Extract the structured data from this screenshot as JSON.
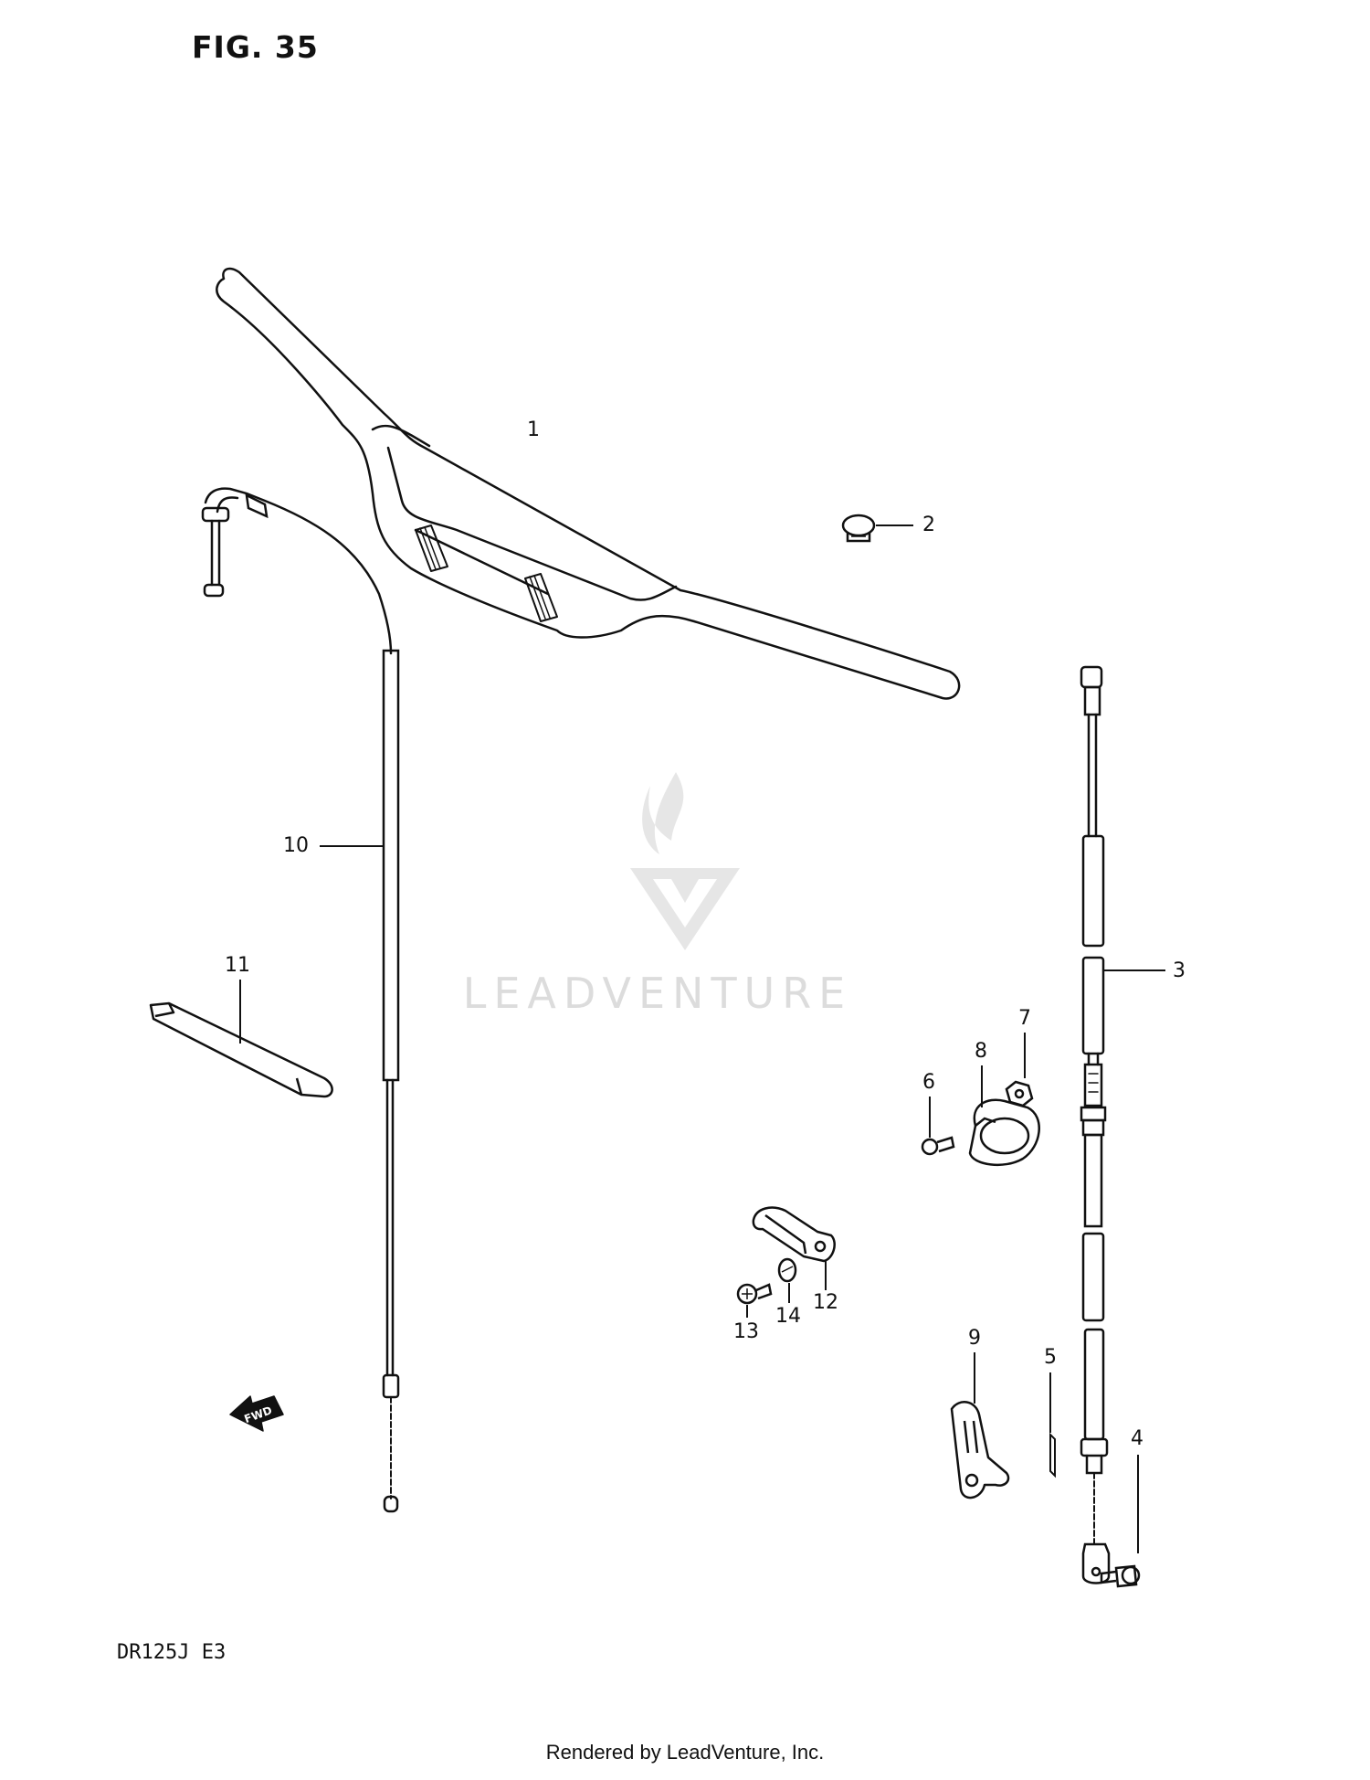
{
  "figure_title": "FIG. 35",
  "model_code": "DR125J  E3",
  "footer": "Rendered by LeadVenture, Inc.",
  "watermark": "LEADVENTURE",
  "fwd_label": "FWD",
  "callouts": {
    "c1": "1",
    "c2": "2",
    "c3": "3",
    "c4": "4",
    "c5": "5",
    "c6": "6",
    "c7": "7",
    "c8": "8",
    "c9": "9",
    "c10": "10",
    "c11": "11",
    "c12": "12",
    "c13": "13",
    "c14": "14"
  }
}
